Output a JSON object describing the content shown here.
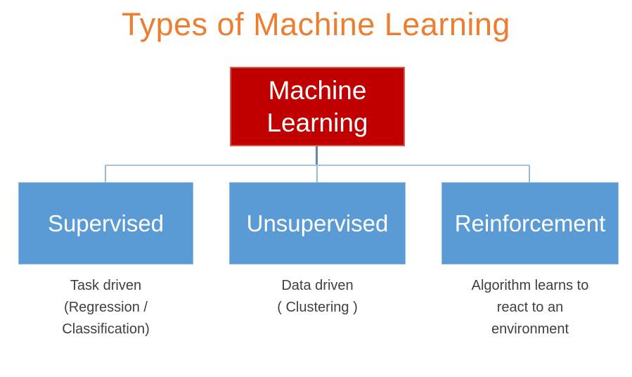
{
  "slide": {
    "title": "Types of Machine Learning"
  },
  "diagram": {
    "type": "hierarchy",
    "root": {
      "label": "Machine Learning"
    },
    "branches": [
      {
        "label": "Supervised",
        "description": "Task driven\n(Regression /\nClassification)"
      },
      {
        "label": "Unsupervised",
        "description": "Data driven\n( Clustering )"
      },
      {
        "label": "Reinforcement",
        "description": "Algorithm learns to\nreact to an\nenvironment"
      }
    ]
  },
  "colors": {
    "background": "#FFFFFF",
    "title_text": "#ED7D31",
    "root_fill": "#C00000",
    "branch_fill": "#5B9BD5",
    "box_text": "#FFFFFF",
    "connector_line": "#ABC4DC",
    "description_text": "#3F3F3F"
  }
}
